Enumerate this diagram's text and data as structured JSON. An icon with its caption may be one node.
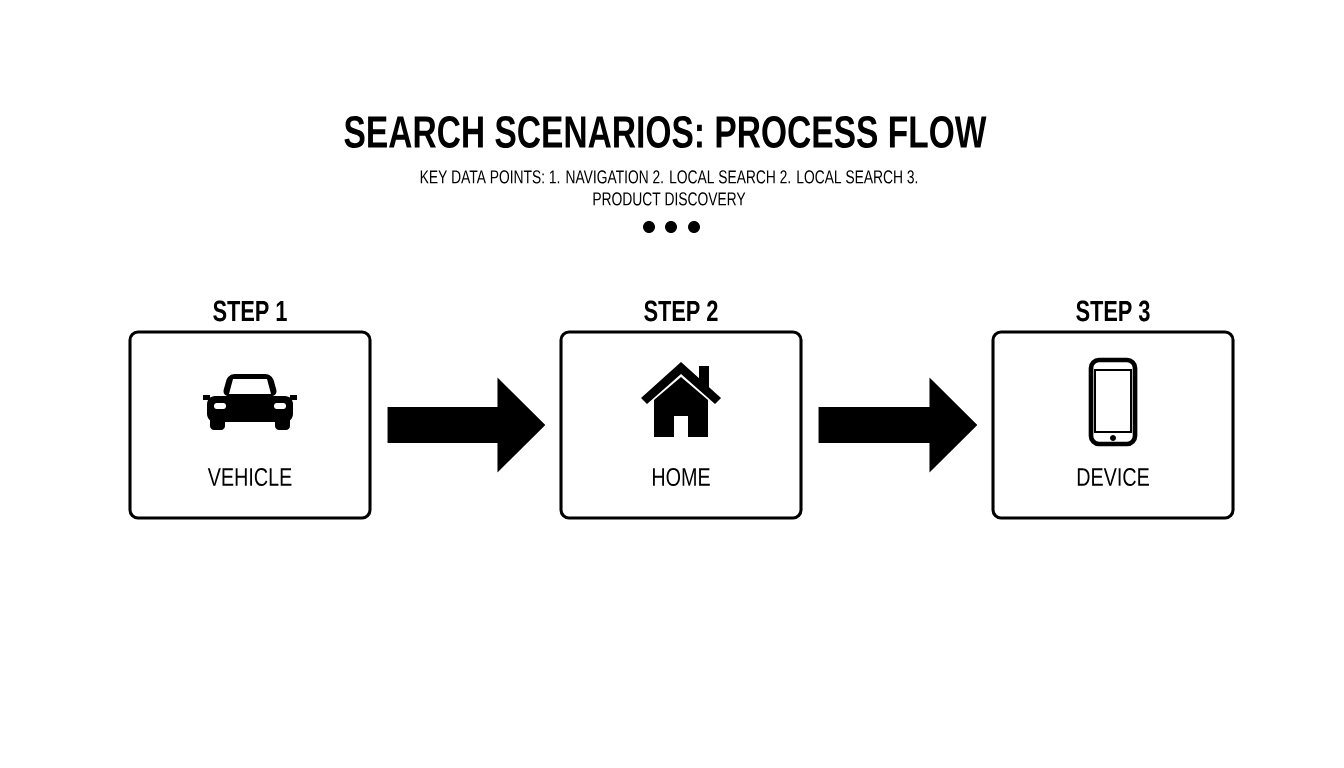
{
  "diagram": {
    "title": "SEARCH SCENARIOS: PROCESS FLOW",
    "nodes": [
      {
        "text": [
          "STEP 1",
          "VEHICLE"
        ]
      },
      {
        "text": [
          "STEP 2",
          "HOME"
        ]
      },
      {
        "text": [
          "STEP 3",
          "DEVICE"
        ]
      }
    ],
    "edges": [
      {
        "from": 0,
        "to": 1,
        "arrow": "to"
      },
      {
        "from": 1,
        "to": 2,
        "arrow": "to"
      }
    ],
    "labels": [
      "KEY DATA POINTS: 1. NAVIGATION 2. LOCAL SEARCH 2. LOCAL SEARCH 3. PRODUCT DISCOVERY"
    ]
  }
}
